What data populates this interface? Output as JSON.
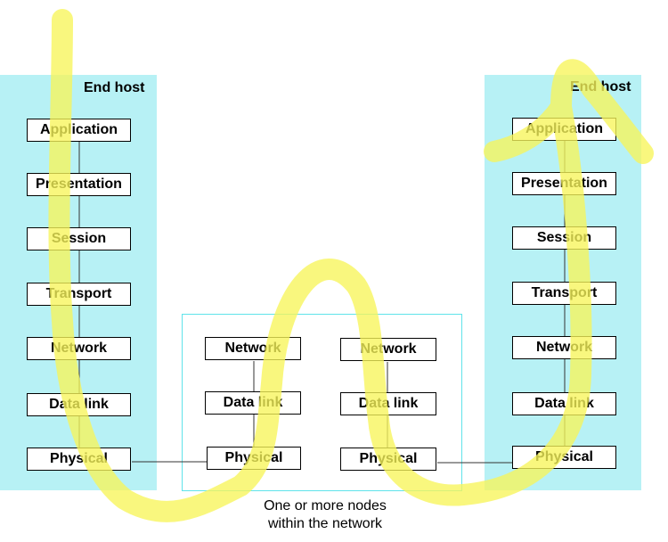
{
  "colors": {
    "host_fill": "#b7f1f5",
    "node_border": "#5fe3ea",
    "highlight": "#f7f55a"
  },
  "left_host": {
    "title": "End host",
    "layers": [
      "Application",
      "Presentation",
      "Session",
      "Transport",
      "Network",
      "Data link",
      "Physical"
    ]
  },
  "right_host": {
    "title": "End host",
    "layers": [
      "Application",
      "Presentation",
      "Session",
      "Transport",
      "Network",
      "Data link",
      "Physical"
    ]
  },
  "network_nodes": {
    "node_a": {
      "layers": [
        "Network",
        "Data link",
        "Physical"
      ]
    },
    "node_b": {
      "layers": [
        "Network",
        "Data link",
        "Physical"
      ]
    },
    "caption_line1": "One or more nodes",
    "caption_line2": "within the network"
  },
  "annotation": {
    "type": "freehand-highlighter-path",
    "color": "yellow"
  }
}
